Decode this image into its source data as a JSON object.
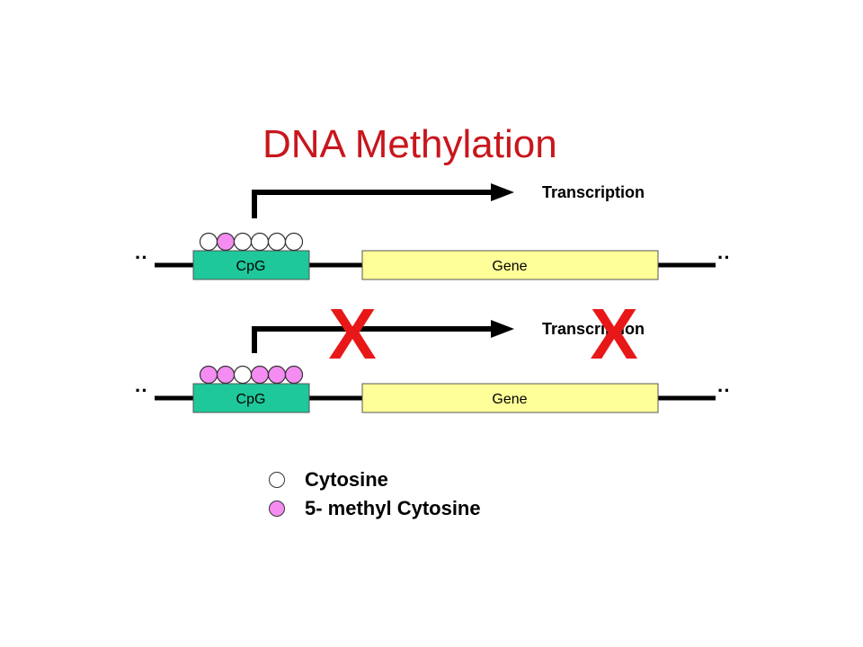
{
  "title": "DNA Methylation",
  "rows": [
    {
      "cpg_label": "CpG",
      "gene_label": "Gene",
      "transcription_label": "Transcription",
      "sites": [
        "cytosine",
        "methyl",
        "cytosine",
        "cytosine",
        "cytosine",
        "cytosine"
      ],
      "blocked": false
    },
    {
      "cpg_label": "CpG",
      "gene_label": "Gene",
      "transcription_label": "Transcription",
      "sites": [
        "methyl",
        "methyl",
        "cytosine",
        "methyl",
        "methyl",
        "methyl"
      ],
      "blocked": true,
      "block_mark": "X"
    }
  ],
  "legend": {
    "cytosine_label": "Cytosine",
    "methyl_label": "5- methyl Cytosine"
  },
  "colors": {
    "title": "#c8161d",
    "cpg_fill": "#1fc89b",
    "gene_fill": "#ffff99",
    "methyl": "#f58cf2",
    "cytosine": "#ffffff",
    "block_mark": "#e81818"
  }
}
